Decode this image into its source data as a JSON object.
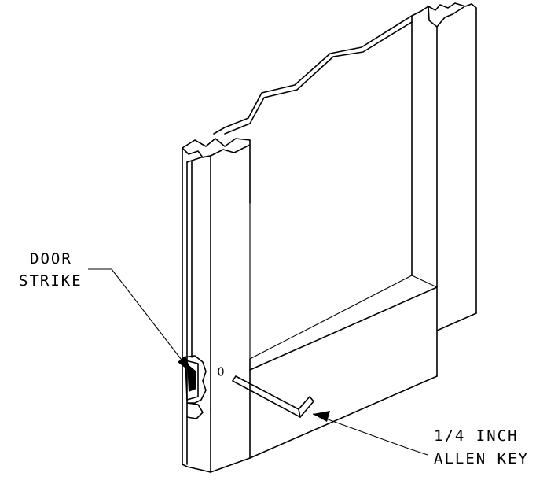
{
  "callouts": {
    "door_strike": {
      "line1": "DOOR",
      "line2": "STRIKE"
    },
    "allen_key": {
      "line1": "1/4 INCH",
      "line2": "ALLEN KEY"
    }
  },
  "colors": {
    "ink": "#000000",
    "paper": "#ffffff"
  }
}
